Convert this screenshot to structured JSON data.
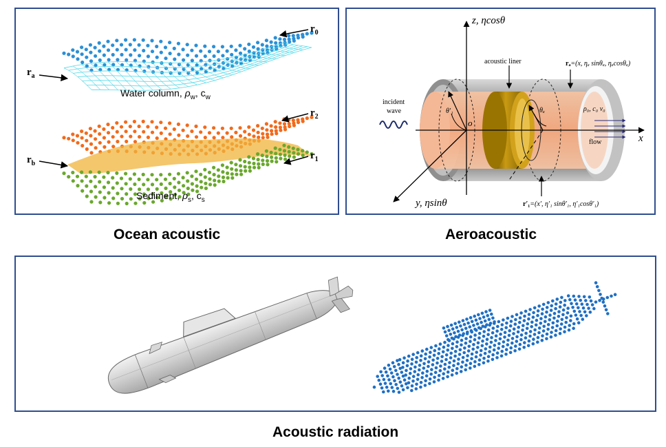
{
  "panels": {
    "ocean": {
      "caption": "Ocean acoustic",
      "label_r0": "r",
      "label_r0_sub": "0",
      "label_ra": "r",
      "label_ra_sub": "a",
      "label_r2": "r",
      "label_r2_sub": "2",
      "label_rb": "r",
      "label_rb_sub": "b",
      "label_r1": "r",
      "label_r1_sub": "1",
      "water_text": "Water column, ",
      "water_rho": "ρ",
      "water_rho_sub": "w",
      "water_c": ", c",
      "water_c_sub": "w",
      "sediment_text": "Sediment, ",
      "sed_rho": "ρ",
      "sed_rho_sub": "s",
      "sed_c": ", c",
      "sed_c_sub": "s"
    },
    "aero": {
      "caption": "Aeroacoustic",
      "z_axis": "z, ηcosθ",
      "y_axis": "y, ηsinθ",
      "x_axis": "x",
      "origin": "o",
      "liner_label": "acoustic liner",
      "incident_line1": "incident",
      "incident_line2": "wave",
      "theta_prime": "θ′₁",
      "theta_a": "θₐ",
      "flow_params": "ρ₀, c₀  v₀",
      "flow_label": "flow",
      "ra_eq_bold": "rₐ",
      "ra_eq": "=(x, ηₐ sinθₐ, ηₐcosθₐ)",
      "r1_eq_bold": "r′₁",
      "r1_eq": "=(x′, η′₁ sinθ′₁, η′₁cosθ′₁)"
    },
    "radiation": {
      "caption": "Acoustic radiation"
    }
  },
  "colors": {
    "panel_border": "#2e4d8f",
    "blue_points": "#2b8fd6",
    "cyan_mesh": "#4fd8e8",
    "orange_points": "#f26a1b",
    "yellow_surface": "#f0b43c",
    "green_points": "#6aa82d",
    "duct_gray": "#9a9a9a",
    "liner_gold": "#b8860b",
    "salmon": "#f4b08a",
    "sub_points": "#1f6fc4"
  },
  "icons": {
    "incident_wave": "sine-wave-icon",
    "arrows": "arrow-icon"
  }
}
